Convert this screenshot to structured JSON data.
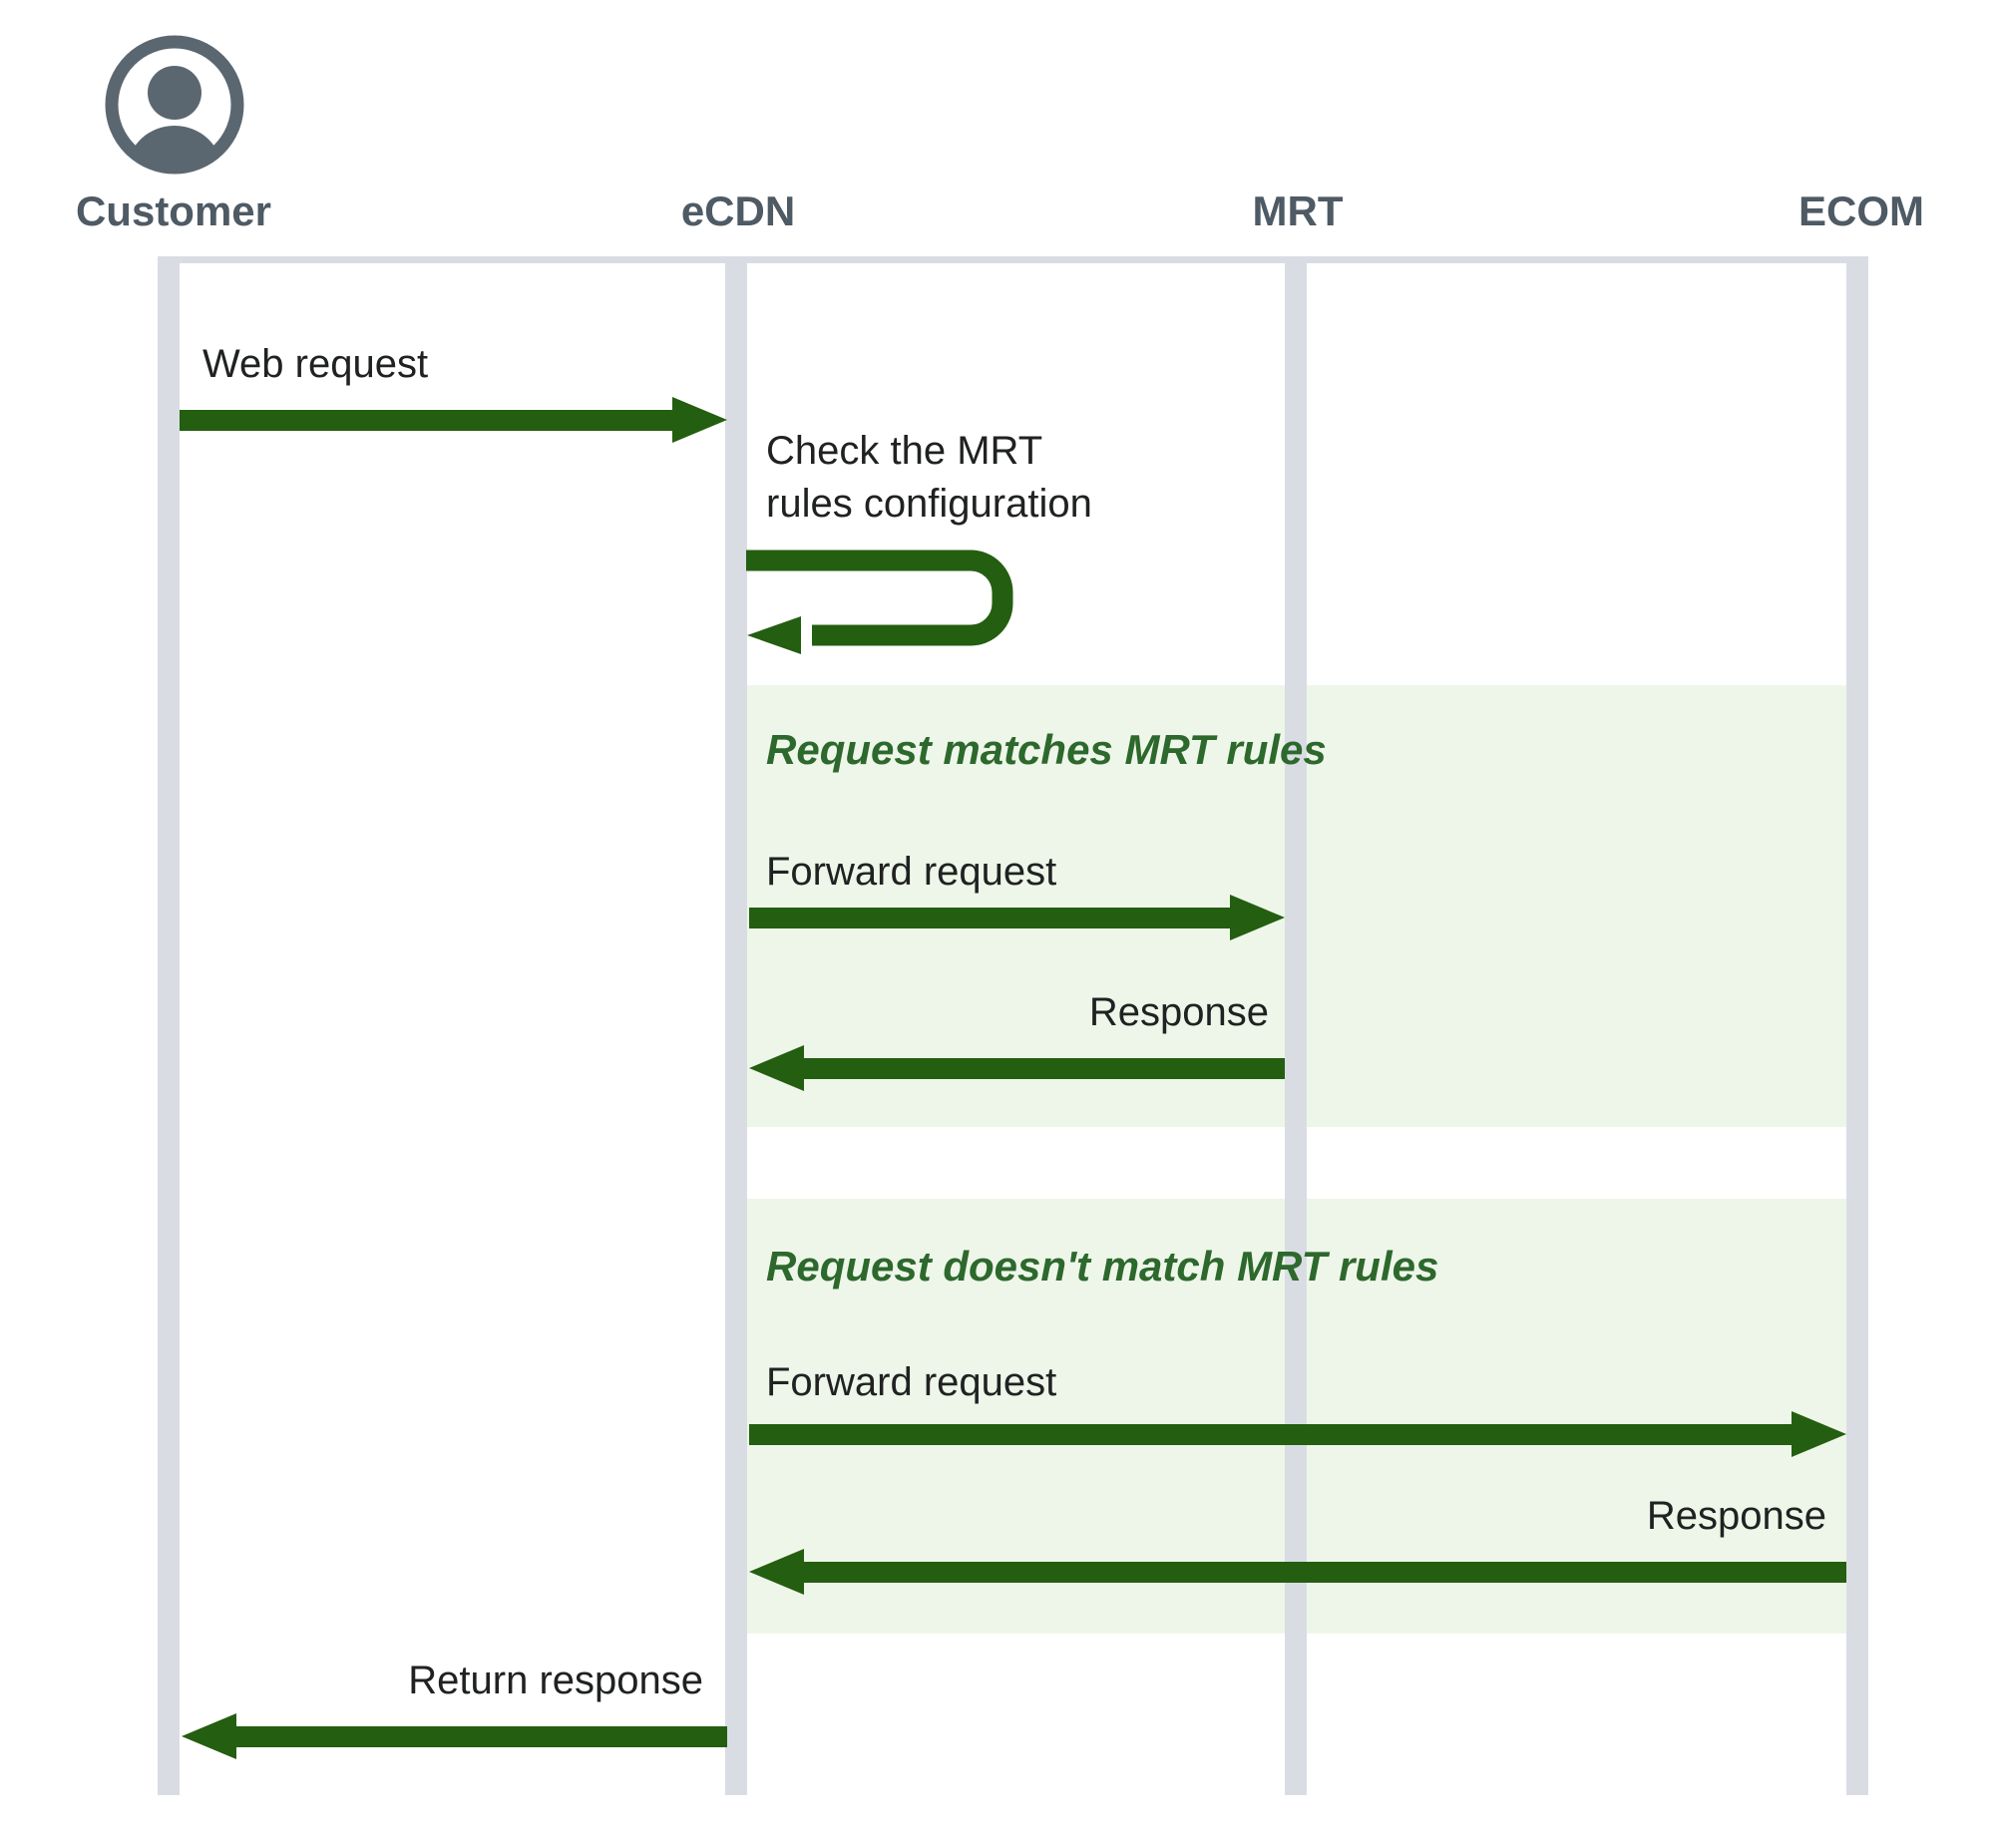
{
  "colors": {
    "arrow_green": "#245e10",
    "title_green": "#2d682d",
    "section_bg": "#eef6e9",
    "lifeline_gray": "#d9dde3",
    "label_slate": "#4e5a64",
    "icon_gray": "#5b6770",
    "text_ink": "#202222"
  },
  "actors": {
    "customer": "Customer",
    "ecdn": "eCDN",
    "mrt": "MRT",
    "ecom": "ECOM"
  },
  "sections": {
    "match_title": "Request matches MRT rules",
    "no_match_title": "Request doesn't match MRT rules"
  },
  "messages": {
    "web_request": "Web request",
    "check_note_line1": "Check the MRT",
    "check_note_line2": "rules configuration",
    "forward_request_1": "Forward request",
    "response_1": "Response",
    "forward_request_2": "Forward request",
    "response_2": "Response",
    "return_response": "Return response"
  }
}
